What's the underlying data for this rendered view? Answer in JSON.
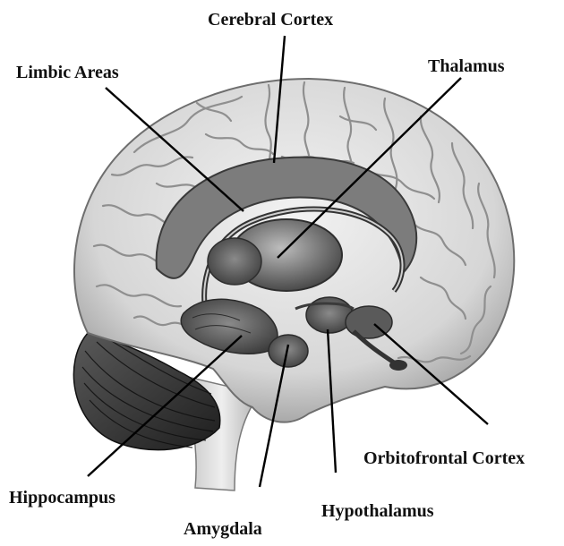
{
  "labels": {
    "cerebral_cortex": "Cerebral Cortex",
    "limbic_areas": "Limbic Areas",
    "thalamus": "Thalamus",
    "orbitofrontal_cortex": "Orbitofrontal Cortex",
    "hippocampus": "Hippocampus",
    "amygdala": "Amygdala",
    "hypothalamus": "Hypothalamus"
  },
  "colors": {
    "background": "#ffffff",
    "brain_fill": "#d8d8d8",
    "gyri_stroke": "#8a8a8a",
    "deep_structures": "#6c6c6c",
    "cerebellum": "#3a3a3a",
    "leader_lines": "#000000"
  }
}
